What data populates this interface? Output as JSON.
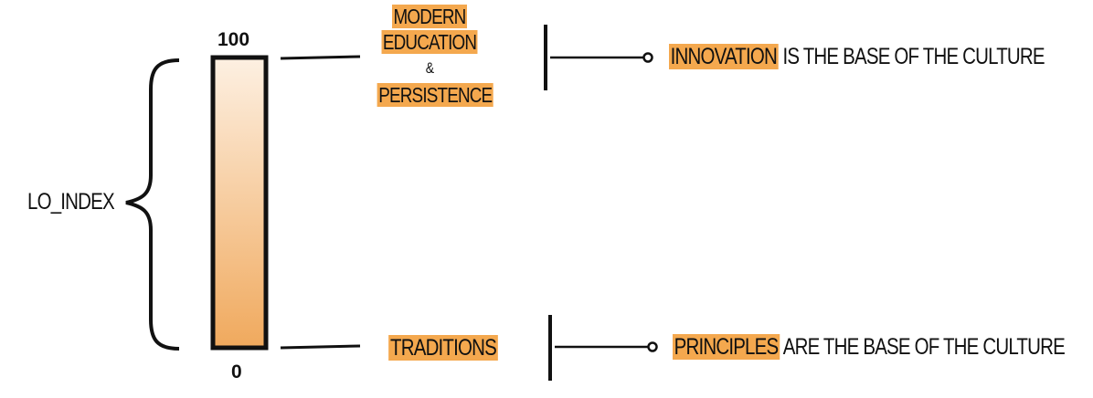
{
  "scale": {
    "max_label": "100",
    "min_label": "0",
    "axis_label": "LO_INDEX"
  },
  "top": {
    "line1": "MODERN",
    "line2": "EDUCATION",
    "ampersand": "&",
    "line3": "PERSISTENCE",
    "result_highlight": "INNOVATION",
    "result_rest": " IS THE BASE OF THE CULTURE"
  },
  "bottom": {
    "label": "TRADITIONS",
    "result_highlight": "PRINCIPLES",
    "result_rest": " ARE THE BASE OF THE CULTURE"
  },
  "colors": {
    "highlight": "#f4a84e",
    "bar_top": "#fdf0e2",
    "bar_bottom": "#f0a95d",
    "line": "#111111"
  }
}
